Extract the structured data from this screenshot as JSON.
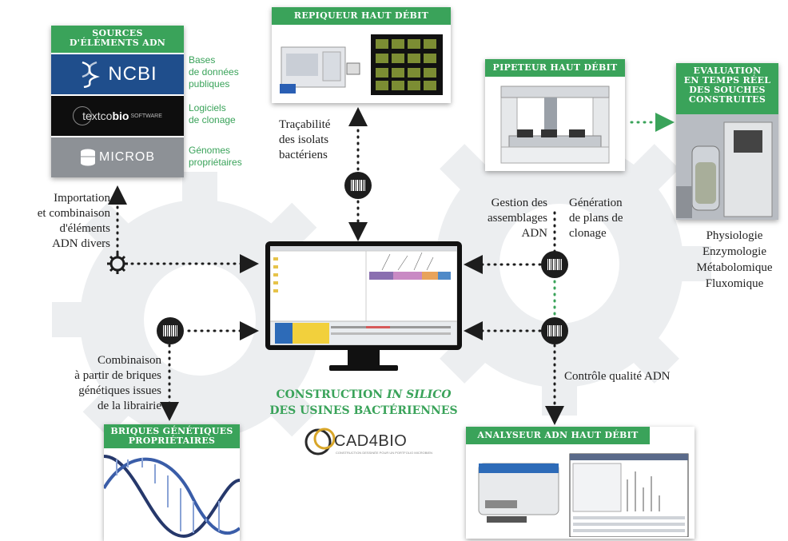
{
  "colors": {
    "green": "#3aa35a",
    "dark": "#1d1d1d",
    "gear": "#eceef0",
    "ncbi_blue": "#1f4e8c"
  },
  "sources": {
    "banner": [
      "SOURCES",
      "D'ÉLÉMENTS ADN"
    ],
    "ncbi": "NCBI",
    "textco_a": "textco",
    "textco_b": "bio",
    "textco_c": "SOFTWARE",
    "microb": "MICROB",
    "caption_public": [
      "Bases",
      "de données",
      "publiques"
    ],
    "caption_clonage": [
      "Logiciels",
      "de clonage"
    ],
    "caption_genomes": [
      "Génomes",
      "propriétaires"
    ]
  },
  "repiqueur": {
    "banner": "REPIQUEUR HAUT DÉBIT"
  },
  "pipeteur": {
    "banner": "PIPETEUR HAUT DÉBIT"
  },
  "evaluation": {
    "banner": [
      "EVALUATION",
      "EN TEMPS RÉEL",
      "DES SOUCHES",
      "CONSTRUITES"
    ],
    "list": [
      "Physiologie",
      "Enzymologie",
      "Métabolomique",
      "Fluxomique"
    ]
  },
  "briques": {
    "banner": [
      "BRIQUES GÉNÉTIQUES",
      "PROPRIÉTAIRES"
    ]
  },
  "analyseur": {
    "banner": "ANALYSEUR ADN HAUT DÉBIT"
  },
  "captions": {
    "tracabilite": [
      "Traçabilité",
      "des isolats",
      "bactériens"
    ],
    "importation": [
      "Importation",
      "et combinaison",
      "d'éléments",
      "ADN divers"
    ],
    "gestion": [
      "Gestion des",
      "assemblages",
      "ADN"
    ],
    "generation": [
      "Génération",
      "de plans de",
      "clonage"
    ],
    "combinaison": [
      "Combinaison",
      "à partir de briques",
      "génétiques issues",
      "de la librairie"
    ],
    "controle": "Contrôle qualité ADN"
  },
  "center": {
    "line1_a": "CONSTRUCTION ",
    "line1_b": "IN SILICO",
    "line2": "DES USINES BACTÉRIENNES",
    "logo": "CAD4BIO",
    "logo_sub": "CONSTRUCTION DESSINÉE POUR UN PORTFOLIO MICROBIEN"
  }
}
